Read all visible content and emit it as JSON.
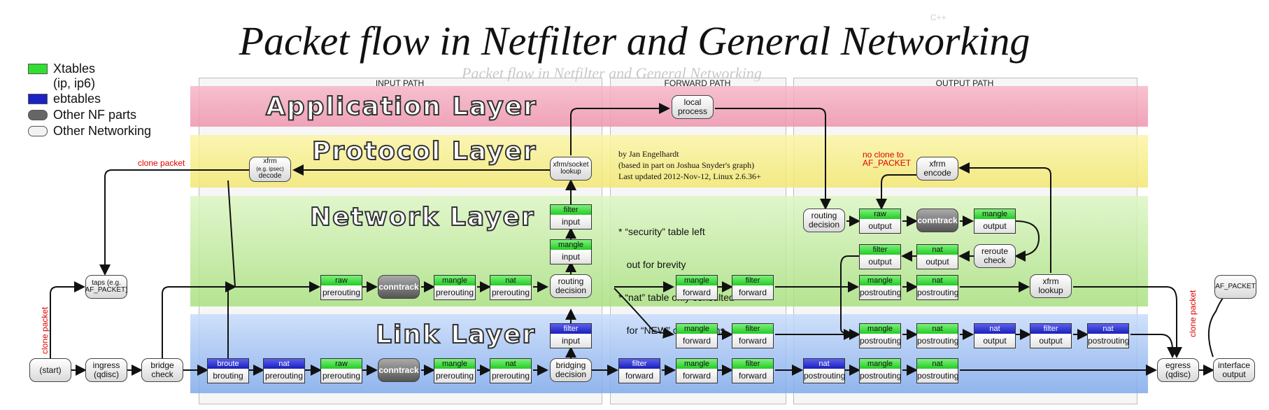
{
  "title": "Packet flow in Netfilter and General Networking",
  "title_ghost": "Packet flow in Netfilter and General Networking",
  "legend": [
    {
      "swatch": "green",
      "label": "Xtables\n(ip, ip6)",
      "label1": "Xtables",
      "label2": "(ip, ip6)"
    },
    {
      "swatch": "blue",
      "label": "ebtables"
    },
    {
      "swatch": "gray",
      "label": "Other NF parts"
    },
    {
      "swatch": "white",
      "label": "Other Networking"
    }
  ],
  "paths": {
    "input": "INPUT PATH",
    "forward": "FORWARD PATH",
    "output": "OUTPUT PATH"
  },
  "layers": {
    "app": "Application Layer",
    "proto": "Protocol Layer",
    "net": "Network Layer",
    "link": "Link Layer"
  },
  "author": {
    "line1": "by Jan Engelhardt",
    "line2": "(based in part on Joshua Snyder's graph)",
    "line3": "Last updated 2012-Nov-12, Linux 2.6.36+"
  },
  "notes": {
    "line1": "* “security” table left",
    "line2": "   out for brevity",
    "line3": "* “nat” table only consulted",
    "line4": "   for “NEW” connections"
  },
  "red_labels": {
    "clone_packet_top": "clone packet",
    "clone_packet_left": "clone packet",
    "clone_packet_right": "clone packet",
    "no_clone1": "no clone to",
    "no_clone2": "AF_PACKET"
  },
  "nodes": {
    "start": "(start)",
    "ingress1": "ingress",
    "ingress2": "(qdisc)",
    "bridge_check1": "bridge",
    "bridge_check2": "check",
    "taps1": "taps (e.g.",
    "taps2": "AF_PACKET)",
    "xfrm_decode1": "xfrm",
    "xfrm_decode2": "(e.g. ipsec)",
    "xfrm_decode3": "decode",
    "conntrack": "conntrack",
    "routing_decision1": "routing",
    "routing_decision2": "decision",
    "bridging_decision1": "bridging",
    "bridging_decision2": "decision",
    "xfrm_socket1": "xfrm/socket",
    "xfrm_socket2": "lookup",
    "local_process1": "local",
    "local_process2": "process",
    "out_routing1": "routing",
    "out_routing2": "decision",
    "reroute1": "reroute",
    "reroute2": "check",
    "xfrm_encode1": "xfrm",
    "xfrm_encode2": "encode",
    "xfrm_lookup1": "xfrm",
    "xfrm_lookup2": "lookup",
    "egress1": "egress",
    "egress2": "(qdisc)",
    "interface_output1": "interface",
    "interface_output2": "output",
    "af_packet": "AF_PACKET"
  },
  "tables": {
    "raw": "raw",
    "mangle": "mangle",
    "nat": "nat",
    "filter": "filter",
    "broute": "broute",
    "prerouting": "prerouting",
    "input": "input",
    "forward": "forward",
    "output": "output",
    "postrouting": "postrouting",
    "brouting": "brouting"
  },
  "colors": {
    "xtables": "#22cc22",
    "ebtables": "#1a1fb8",
    "app_layer": "#ee93ad",
    "proto_layer": "#f2e770",
    "net_layer": "#a9e080",
    "link_layer": "#7fa9ec",
    "red": "#e00000"
  }
}
